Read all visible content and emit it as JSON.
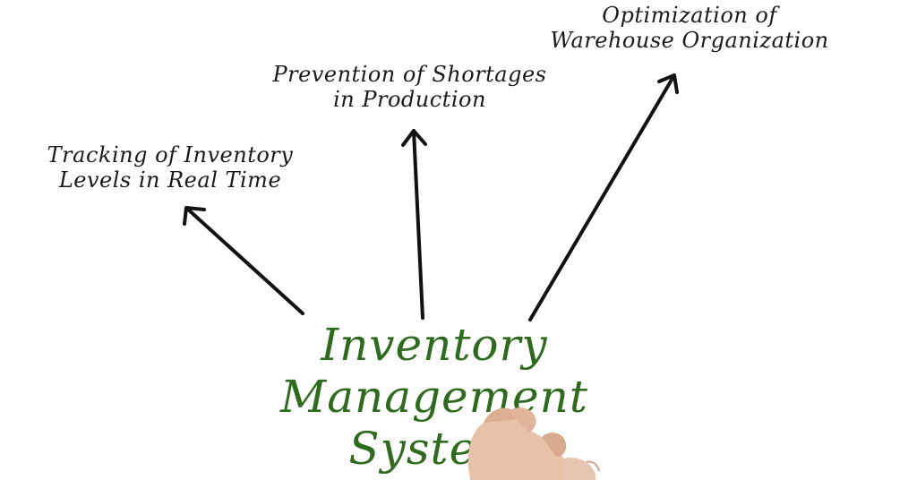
{
  "diagram": {
    "center": {
      "lines": [
        "Inventory",
        "Management",
        "System"
      ],
      "color": "#2f6b1e"
    },
    "branches": [
      {
        "id": "tracking",
        "lines": [
          "Tracking of Inventory",
          "Levels in Real Time"
        ]
      },
      {
        "id": "prevention",
        "lines": [
          "Prevention of Shortages",
          "in Production"
        ]
      },
      {
        "id": "optimization",
        "lines": [
          "Optimization of",
          "Warehouse Organization"
        ]
      }
    ],
    "arrow_color": "#111111",
    "text_color": "#1b1b1b"
  }
}
